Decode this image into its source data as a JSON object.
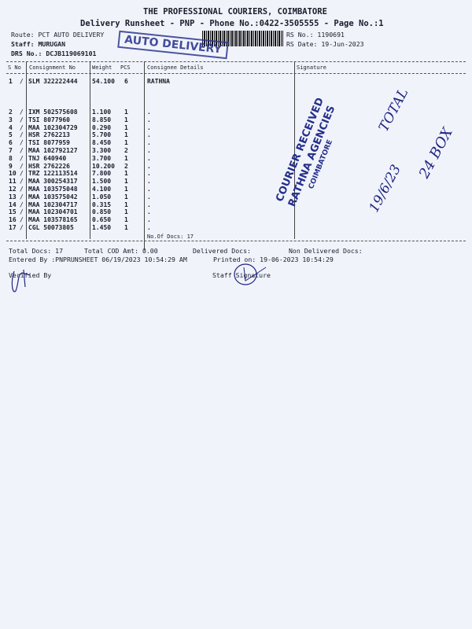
{
  "header": {
    "company": "THE PROFESSIONAL COURIERS, COIMBATORE",
    "subtitle": "Delivery Runsheet - PNP - Phone No.:0422-3505555 - Page No.:1",
    "route": "Route: PCT AUTO DELIVERY",
    "staff": "Staff: MURUGAN",
    "drs": "DRS No.: DCJB119069101",
    "rs_no": "RS No.: 1190691",
    "rs_date": "RS Date: 19-Jun-2023"
  },
  "columns": {
    "sno": "S No",
    "consignment": "Consignment No",
    "weight": "Weight",
    "pcs": "PCS",
    "consignee": "Consignee Details",
    "signature": "Signature"
  },
  "rows": [
    {
      "sno": "1",
      "cn": "SLM 322222444",
      "wt": "54.100",
      "pcs": "6",
      "details": "RATHNA"
    },
    {
      "sno": "2",
      "cn": "IXM 502575608",
      "wt": "1.100",
      "pcs": "1",
      "details": "."
    },
    {
      "sno": "3",
      "cn": "TSI 8077960",
      "wt": "8.850",
      "pcs": "1",
      "details": "."
    },
    {
      "sno": "4",
      "cn": "MAA 102304729",
      "wt": "0.290",
      "pcs": "1",
      "details": "."
    },
    {
      "sno": "5",
      "cn": "HSR 2762213",
      "wt": "5.700",
      "pcs": "1",
      "details": "."
    },
    {
      "sno": "6",
      "cn": "TSI 8077959",
      "wt": "8.450",
      "pcs": "1",
      "details": "."
    },
    {
      "sno": "7",
      "cn": "MAA 102792127",
      "wt": "3.300",
      "pcs": "2",
      "details": "."
    },
    {
      "sno": "8",
      "cn": "TNJ 640940",
      "wt": "3.700",
      "pcs": "1",
      "details": "."
    },
    {
      "sno": "9",
      "cn": "HSR 2762226",
      "wt": "10.200",
      "pcs": "2",
      "details": "."
    },
    {
      "sno": "10",
      "cn": "TRZ 122113514",
      "wt": "7.800",
      "pcs": "1",
      "details": "."
    },
    {
      "sno": "11",
      "cn": "MAA 300254317",
      "wt": "1.500",
      "pcs": "1",
      "details": "."
    },
    {
      "sno": "12",
      "cn": "MAA 103575048",
      "wt": "4.100",
      "pcs": "1",
      "details": "."
    },
    {
      "sno": "13",
      "cn": "MAA 103575042",
      "wt": "1.050",
      "pcs": "1",
      "details": "."
    },
    {
      "sno": "14",
      "cn": "MAA 102304717",
      "wt": "0.315",
      "pcs": "1",
      "details": "."
    },
    {
      "sno": "15",
      "cn": "MAA 102304701",
      "wt": "0.850",
      "pcs": "1",
      "details": "."
    },
    {
      "sno": "16",
      "cn": "MAA 103578165",
      "wt": "0.650",
      "pcs": "1",
      "details": "."
    },
    {
      "sno": "17",
      "cn": "CGL 50073805",
      "wt": "1.450",
      "pcs": "1",
      "details": "."
    }
  ],
  "no_of_docs": "No.Of Docs: 17",
  "footer": {
    "total_docs": "Total Docs:  17",
    "total_cod": "Total COD Amt:    0.00",
    "delivered": "Delivered Docs:",
    "non_delivered": "Non Delivered Docs:",
    "entered_by": "Entered By :PNPRUNSHEET 06/19/2023 10:54:29 AM",
    "printed_on": "Printed on: 19-06-2023 10:54:29",
    "verified_by": "Verified By",
    "staff_signature": "Staff Signature"
  },
  "stamps": {
    "auto_delivery": "AUTO DELIVERY",
    "received_line1": "COURIER RECEIVED",
    "received_line2": "RATHNA AGENCIES",
    "received_line3": "COIMBATORE",
    "hand_date": "19/6/23",
    "hand_total": "TOTAL",
    "hand_box": "24 BOX"
  }
}
